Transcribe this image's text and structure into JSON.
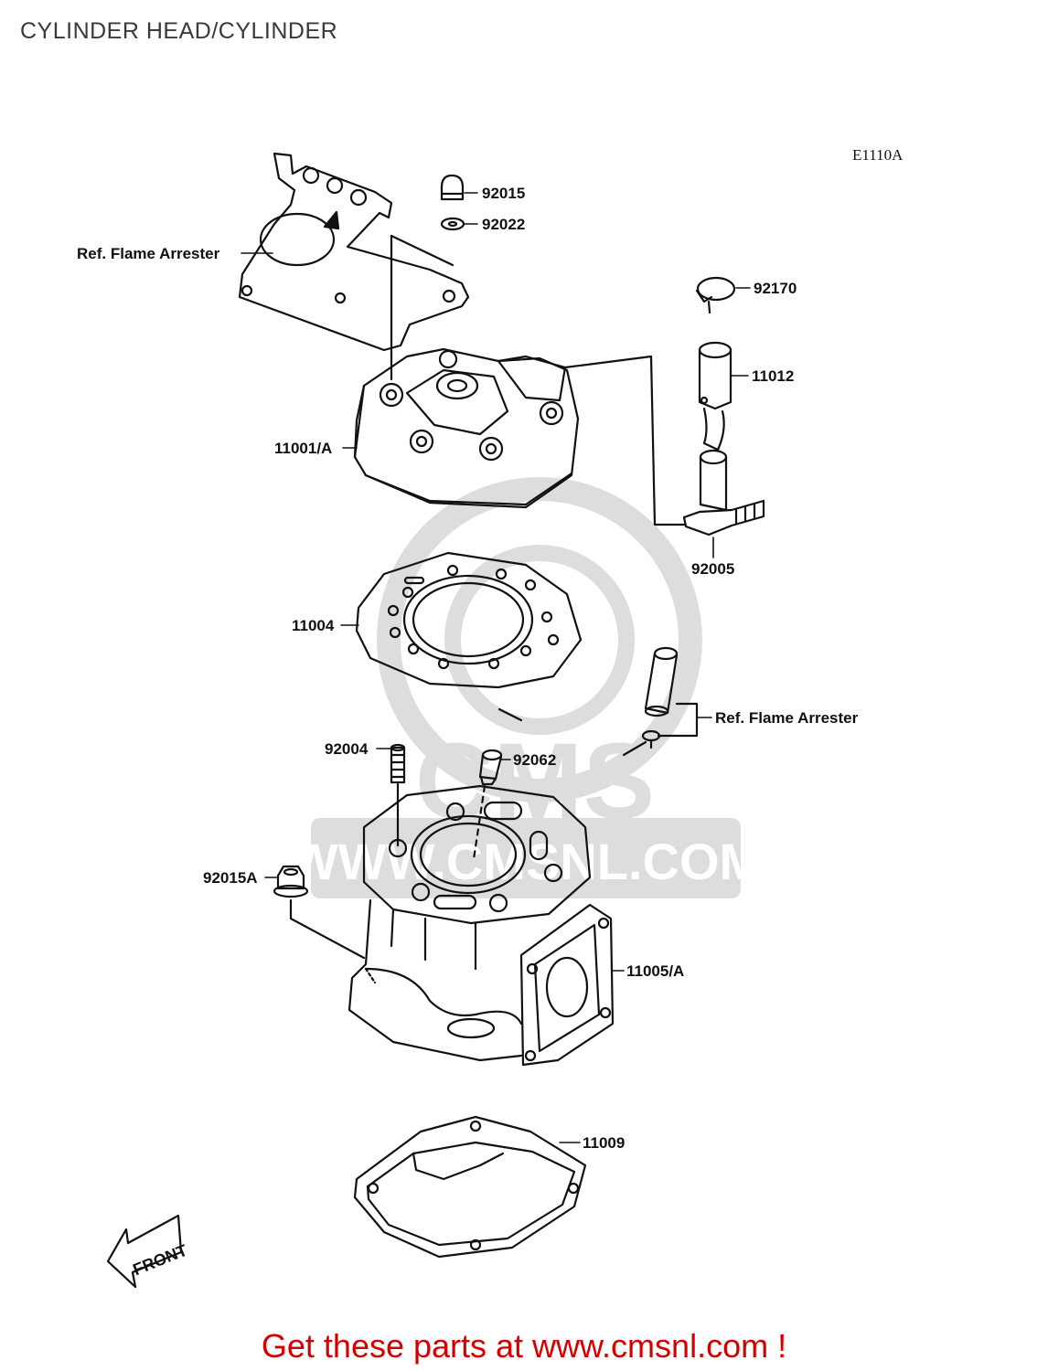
{
  "page": {
    "title": "CYLINDER HEAD/CYLINDER",
    "diagram_code": "E1110A",
    "footer_text": "Get these parts at www.cmsnl.com !"
  },
  "watermark": {
    "logo_text": "CMS",
    "url_text": "WWW.CMSNL.COM"
  },
  "front_arrow_label": "FRONT",
  "callouts": {
    "p92015": "92015",
    "p92022": "92022",
    "ref_flame_arrester_top": "Ref. Flame Arrester",
    "p92170": "92170",
    "p11012": "11012",
    "p11001a": "11001/A",
    "p92005": "92005",
    "p11004": "11004",
    "ref_flame_arrester_right": "Ref. Flame Arrester",
    "p92004": "92004",
    "p92062": "92062",
    "p92015a": "92015A",
    "p11005a": "11005/A",
    "p11009": "11009"
  }
}
